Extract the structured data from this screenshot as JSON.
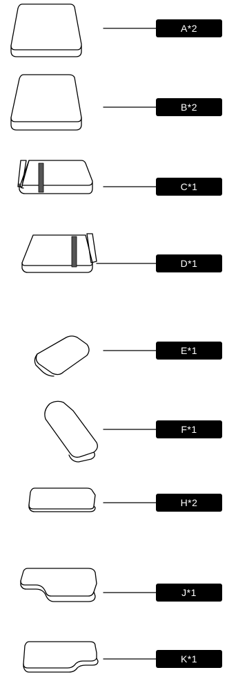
{
  "parts": [
    {
      "shape": "cushion-a",
      "label": "A*2"
    },
    {
      "shape": "cushion-b",
      "label": "B*2"
    },
    {
      "shape": "cushion-c",
      "label": "C*1"
    },
    {
      "shape": "cushion-d",
      "label": "D*1"
    },
    {
      "shape": "armrest-e",
      "label": "E*1"
    },
    {
      "shape": "armrest-f",
      "label": "F*1"
    },
    {
      "shape": "cushion-h",
      "label": "H*2"
    },
    {
      "shape": "cushion-j",
      "label": "J*1"
    },
    {
      "shape": "cushion-k",
      "label": "K*1"
    }
  ],
  "colors": {
    "stroke": "#000000",
    "label_bg": "#000000",
    "label_text": "#ffffff",
    "stripe": "#555555"
  }
}
